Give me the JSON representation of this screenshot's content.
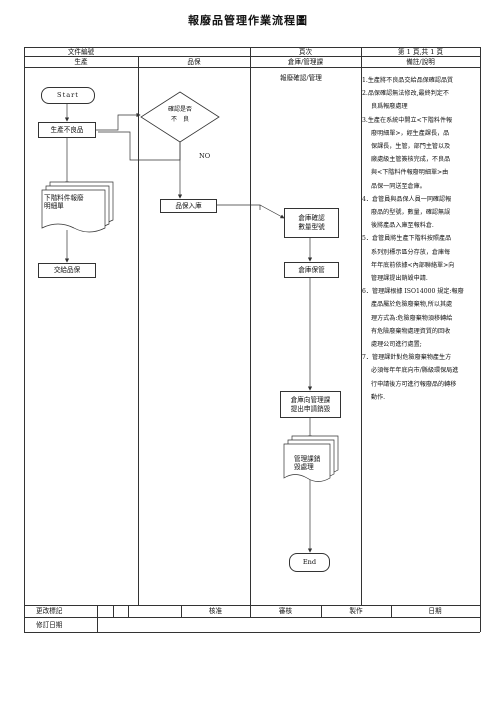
{
  "doc_title": "報廢品管理作業流程圖",
  "header": {
    "doc_no_label": "文件編號",
    "page_label": "頁次",
    "page_value": "第 1 頁,共 1 頁",
    "col_production": "生產",
    "col_qa": "品保",
    "col_warehouse": "倉庫/管理課",
    "col_notes": "備註/說明"
  },
  "flow": {
    "start": "Start",
    "produce_defect": "生產不良品",
    "scrap_form": [
      "下階料件報廢",
      "明細單"
    ],
    "deliver_qa": "交給品保",
    "confirm_defect": [
      "確認是否",
      "不　良"
    ],
    "no_label": "NO",
    "qa_storage": "品保入庫",
    "warehouse_confirm_label": "報廢確認/管理",
    "warehouse_confirm": [
      "倉庫確認",
      "數量型號"
    ],
    "warehouse_keep": "倉庫保管",
    "warehouse_report": [
      "倉庫向管理課",
      "提出申請銷毀"
    ],
    "mgmt_dispose": [
      "管理課銷",
      "毀處理"
    ],
    "end": "End"
  },
  "notes": [
    {
      "text": "1.生產將不良品交給品保確認品質",
      "indent": false
    },
    {
      "text": "2.品保確認無法修改,最終判定不",
      "indent": false
    },
    {
      "text": "良爲報廢處理",
      "indent": true
    },
    {
      "text": "3.生產在系統中開立<下階料件報",
      "indent": false
    },
    {
      "text": "廢明細單>，經生產課長，品",
      "indent": true
    },
    {
      "text": "保課長，生管，部門主管以及",
      "indent": true
    },
    {
      "text": "廠處級主管簽核完成，不良品",
      "indent": true
    },
    {
      "text": "與<下階料件報廢明細單>由",
      "indent": true
    },
    {
      "text": "品保一同送至倉庫。",
      "indent": true
    },
    {
      "text": "4．倉管員與品保人員一同確認報",
      "indent": false
    },
    {
      "text": "廢品的型號，數量，確認無誤",
      "indent": true
    },
    {
      "text": "後將產品入庫至報料倉.",
      "indent": true
    },
    {
      "text": "5．倉管員將生產下階料按照產品",
      "indent": false
    },
    {
      "text": "系列別標示區分存放，倉庫每",
      "indent": true
    },
    {
      "text": "年年底前依據<內部聯絡單>向",
      "indent": true
    },
    {
      "text": "管理課提出銷毀申請.",
      "indent": true
    },
    {
      "text": "6．管理課根據 ISO14000 規定:報廢",
      "indent": false
    },
    {
      "text": "產品屬於危險廢棄物,所以其處",
      "indent": true
    },
    {
      "text": "理方式為:危險廢棄物須移轉給",
      "indent": true
    },
    {
      "text": "有危險廢棄物處理資質的回收",
      "indent": true
    },
    {
      "text": "處理公司進行處置;",
      "indent": true
    },
    {
      "text": "7．管理課針對危險廢棄物產生方",
      "indent": false
    },
    {
      "text": "必須每年年底向市/縣級環保局進",
      "indent": true
    },
    {
      "text": "行申請後方可進行報廢品的轉移",
      "indent": true
    },
    {
      "text": "動作.",
      "indent": true
    }
  ],
  "footer": {
    "change_mark": "更改標記",
    "approve": "核准",
    "review": "審核",
    "prepare": "製作",
    "date": "日期",
    "revision_date": "修訂日期"
  }
}
